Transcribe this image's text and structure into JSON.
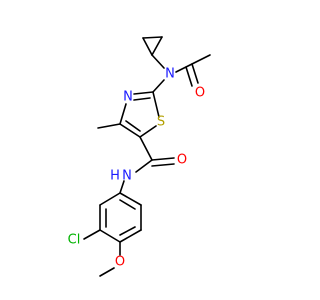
{
  "molecule": {
    "atoms": {
      "n_top": {
        "label": "N",
        "color": "#1a1aff"
      },
      "o_acetyl": {
        "label": "O",
        "color": "#ff0000"
      },
      "n_ring": {
        "label": "N",
        "color": "#1a1aff"
      },
      "s_ring": {
        "label": "S",
        "color": "#b3a000"
      },
      "o_amide": {
        "label": "O",
        "color": "#ff0000"
      },
      "n_amide": {
        "label": "N",
        "color": "#1a1aff"
      },
      "h_amide": {
        "label": "H",
        "color": "#1a1aff"
      },
      "cl": {
        "label": "Cl",
        "color": "#00b300"
      },
      "o_methoxy": {
        "label": "O",
        "color": "#ff0000"
      }
    }
  }
}
